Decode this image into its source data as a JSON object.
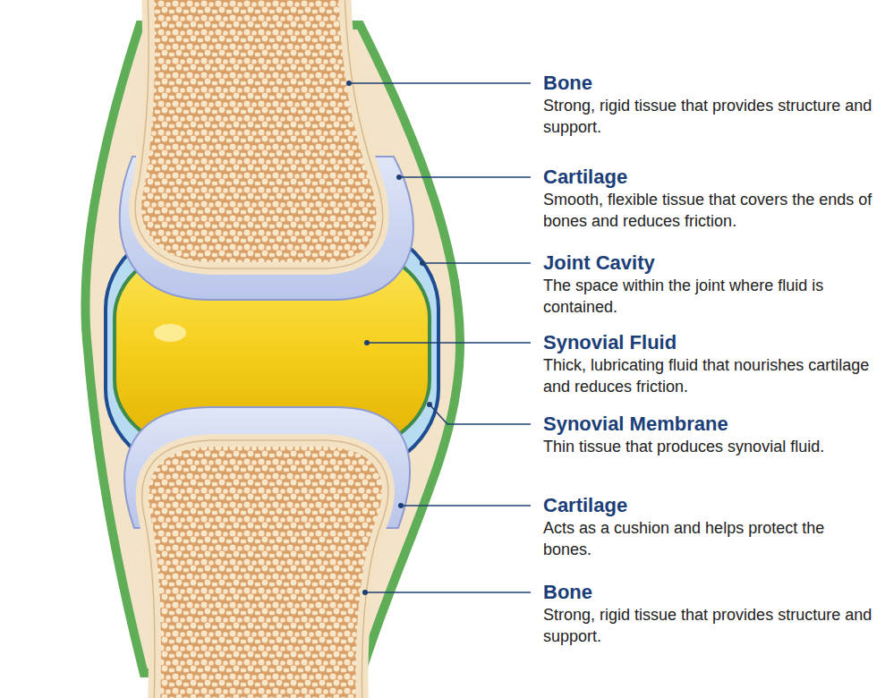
{
  "diagram": {
    "labels": [
      "Bone",
      "Strong, rigid tissue that provides structure and support.",
      "Cartilage",
      "Smooth, flexible tissue that covers the ends of bones and reduces friction.",
      "Joint Cavity",
      "The space within the joint where fluid is contained.",
      "Synovial Fluid",
      "Thick, lubricating fluid that nourishes cartilage and reduces friction.",
      "Synovial Membrane",
      "Thin tissue that produces synovial fluid.",
      "Cartilage",
      "Acts as a cushion and helps protect the bones.",
      "Bone",
      "Strong, rigid tissue that provides structure and support."
    ]
  }
}
